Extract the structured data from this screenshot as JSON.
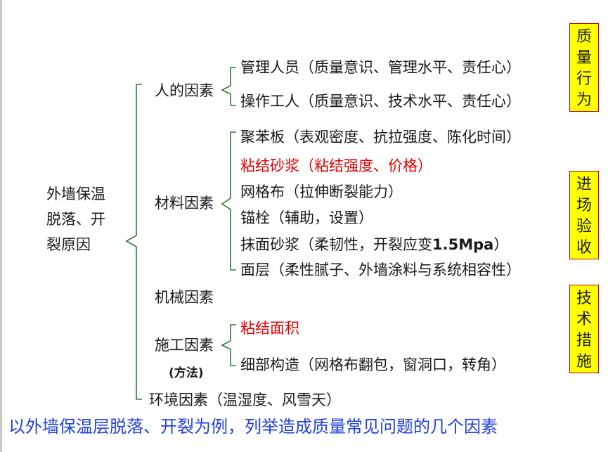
{
  "root": {
    "lines": [
      "外墙保温",
      "脱落、开",
      "裂原因"
    ]
  },
  "factors": {
    "human": {
      "label": "人的因素",
      "items": [
        "管理人员（质量意识、管理水平、责任心）",
        "操作工人（质量意识、技术水平、责任心）"
      ]
    },
    "material": {
      "label": "材料因素",
      "items": [
        "聚苯板（表观密度、抗拉强度、陈化时间）",
        "粘结砂浆（粘结强度、价格）",
        "网格布（拉伸断裂能力）",
        "锚栓（辅助，设置）",
        "面层（柔性腻子、外墙涂料与系统相容性）"
      ],
      "mortar_prefix": "抹面砂浆（柔韧性，开裂应变",
      "mortar_value": "1.5Mpa",
      "mortar_suffix": "）"
    },
    "machine": {
      "label": "机械因素"
    },
    "construction": {
      "label": "施工因素",
      "note": "(方法)",
      "items": [
        "粘结面积",
        "细部构造（网格布翻包，窗洞口，转角）"
      ]
    },
    "environment": {
      "label": "环境因素（温湿度、风雪天）"
    }
  },
  "side_boxes": [
    {
      "chars": [
        "质",
        "量",
        "行",
        "为"
      ]
    },
    {
      "chars": [
        "进",
        "场",
        "验",
        "收"
      ]
    },
    {
      "chars": [
        "技",
        "术",
        "措",
        "施"
      ]
    }
  ],
  "caption": "以外墙保温层脱落、开裂为例，列举造成质量常见问题的几个因素",
  "colors": {
    "bracket": "#2e7d32",
    "highlight": "#e00000",
    "caption": "#2040e0",
    "box_fill": "#ffff00",
    "box_border": "#c00000"
  }
}
